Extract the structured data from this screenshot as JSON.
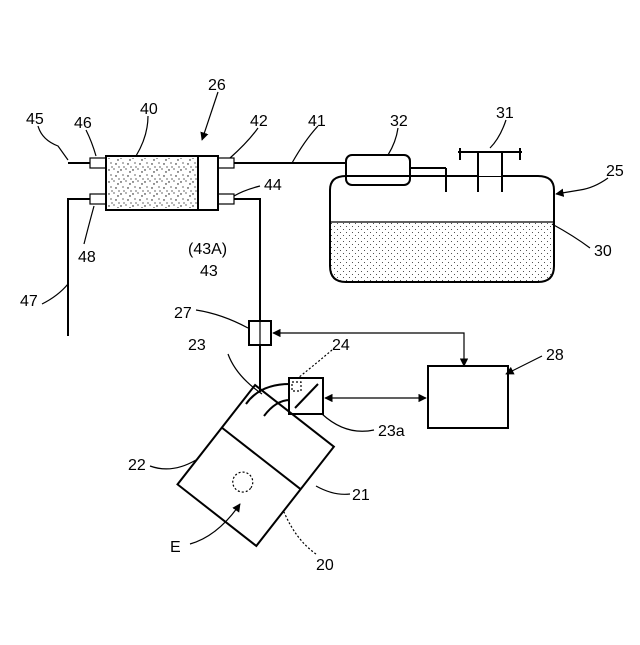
{
  "diagram": {
    "labels": {
      "l45": "45",
      "l46": "46",
      "l40": "40",
      "l26": "26",
      "l42": "42",
      "l41": "41",
      "l32": "32",
      "l31": "31",
      "l25": "25",
      "l44": "44",
      "l30": "30",
      "l48": "48",
      "l43a": "(43A)",
      "l43": "43",
      "l47": "47",
      "l27": "27",
      "l24": "24",
      "l23": "23",
      "l28": "28",
      "l23a": "23a",
      "l22": "22",
      "l21": "21",
      "lE": "E",
      "l20": "20"
    }
  }
}
